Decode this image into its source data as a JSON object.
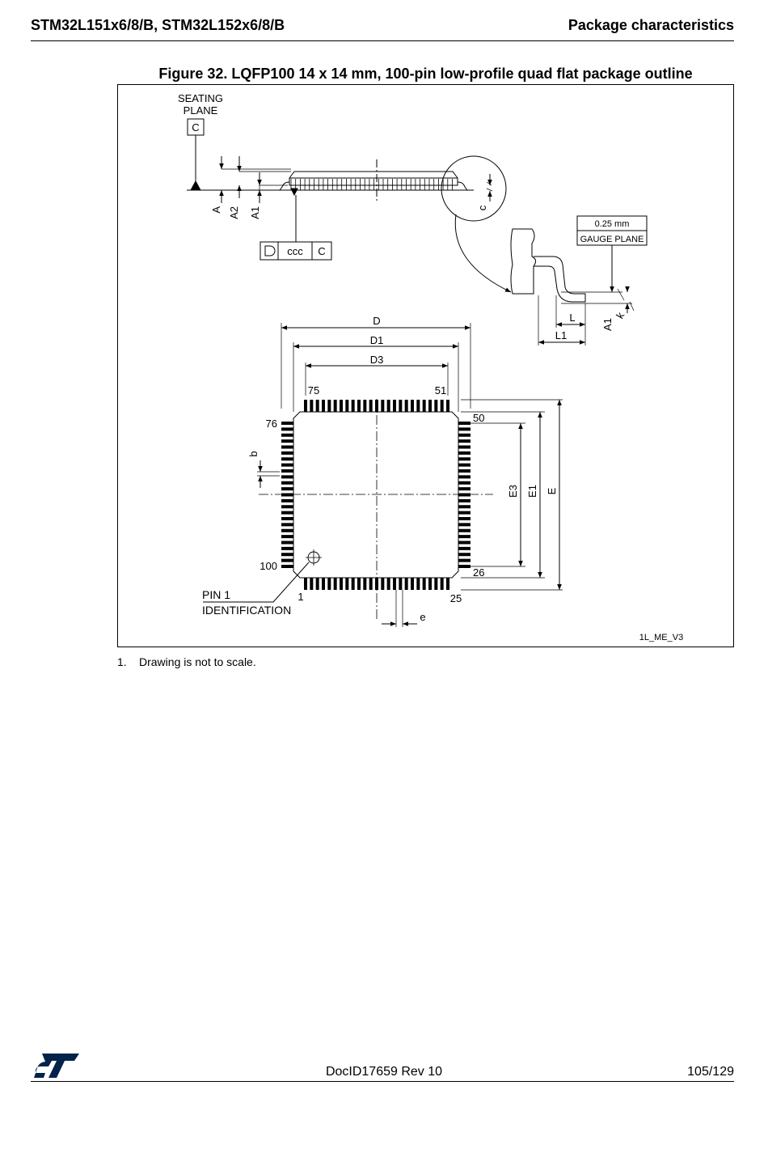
{
  "header": {
    "left_title": "STM32L151x6/8/B, STM32L152x6/8/B",
    "right_title": "Package characteristics"
  },
  "figure": {
    "title": "Figure 32. LQFP100 14 x 14 mm, 100-pin low-profile quad flat package outline",
    "labels": {
      "seating_plane_1": "SEATING",
      "seating_plane_2": "PLANE",
      "datum_c": "C",
      "dim_A": "A",
      "dim_A2": "A2",
      "dim_A1": "A1",
      "dim_c": "c",
      "fcf_tol": "ccc",
      "fcf_datum": "C",
      "gauge_value": "0.25 mm",
      "gauge_plane": "GAUGE PLANE",
      "dim_L": "L",
      "dim_L1": "L1",
      "dim_k": "k",
      "dim_A1_detail": "A1",
      "dim_D": "D",
      "dim_D1": "D1",
      "dim_D3": "D3",
      "dim_E": "E",
      "dim_E1": "E1",
      "dim_E3": "E3",
      "dim_b": "b",
      "dim_e": "e",
      "pin_75": "75",
      "pin_51": "51",
      "pin_76": "76",
      "pin_50": "50",
      "pin_100": "100",
      "pin_26": "26",
      "pin_1": "1",
      "pin_25": "25",
      "pin1_id_1": "PIN 1",
      "pin1_id_2": "IDENTIFICATION",
      "drawing_ref": "1L_ME_V3"
    }
  },
  "notes": [
    {
      "number": "1.",
      "text": "Drawing is not to scale."
    }
  ],
  "footer": {
    "doc_id": "DocID17659 Rev 10",
    "page": "105/129"
  },
  "brand": {
    "logo_icon": "st-logo-icon",
    "color": "#03234b"
  }
}
